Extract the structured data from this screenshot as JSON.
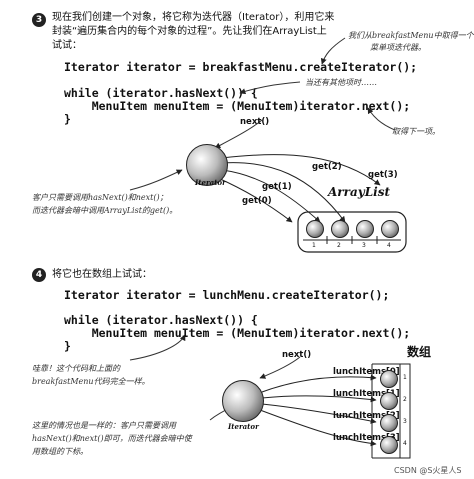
{
  "step1": {
    "number": "3",
    "text_line1": "现在我们创建一个对象，将它称为迭代器（Iterator），利用它来",
    "text_line2": "封装“遍历集合内的每个对象的过程”。先让我们在ArrayList上",
    "text_line3": "试试：",
    "code_line1": "Iterator iterator = breakfastMenu.createIterator();",
    "code_line2": "while (iterator.hasNext()) {",
    "code_line3": "    MenuItem menuItem = (MenuItem)iterator.next();",
    "code_line4": "}",
    "note_top_line1": "我们从breakfastMenu中取得一个",
    "note_top_line2": "菜单项迭代器。",
    "note_more": "当还有其他项时……",
    "note_next_item": "取得下一项。",
    "next_label": "next()",
    "get_labels": [
      "get(0)",
      "get(1)",
      "get(2)",
      "get(3)"
    ],
    "iterator_label": "Iterator",
    "collection_title": "ArrayList",
    "slot_labels": [
      "1",
      "2",
      "3",
      "4"
    ],
    "client_note_line1": "客户只需要调用hasNext()和next()；",
    "client_note_line2": "而迭代器会暗中调用ArrayList的get()。"
  },
  "step2": {
    "number": "4",
    "text": "将它也在数组上试试：",
    "code_line1": "Iterator iterator = lunchMenu.createIterator();",
    "code_line2": "while (iterator.hasNext()) {",
    "code_line3": "    MenuItem menuItem = (MenuItem)iterator.next();",
    "code_line4": "}",
    "note_same_line1": "哇靠！这个代码和上面的",
    "note_same_line2": "breakfastMenu代码完全一样。",
    "note_client_line1": "这里的情况也是一样的：客户只需要调用",
    "note_client_line2": "hasNext()和next()即可，而迭代器会暗中使",
    "note_client_line3": "用数组的下标。",
    "next_label": "next()",
    "iterator_label": "Iterator",
    "array_title": "数组",
    "item_labels": [
      "lunchItems[0]",
      "lunchItems[1]",
      "lunchItems[2]",
      "lunchItems[3]"
    ],
    "slot_labels": [
      "1",
      "2",
      "3",
      "4"
    ]
  },
  "watermark": "CSDN @S火星人S"
}
